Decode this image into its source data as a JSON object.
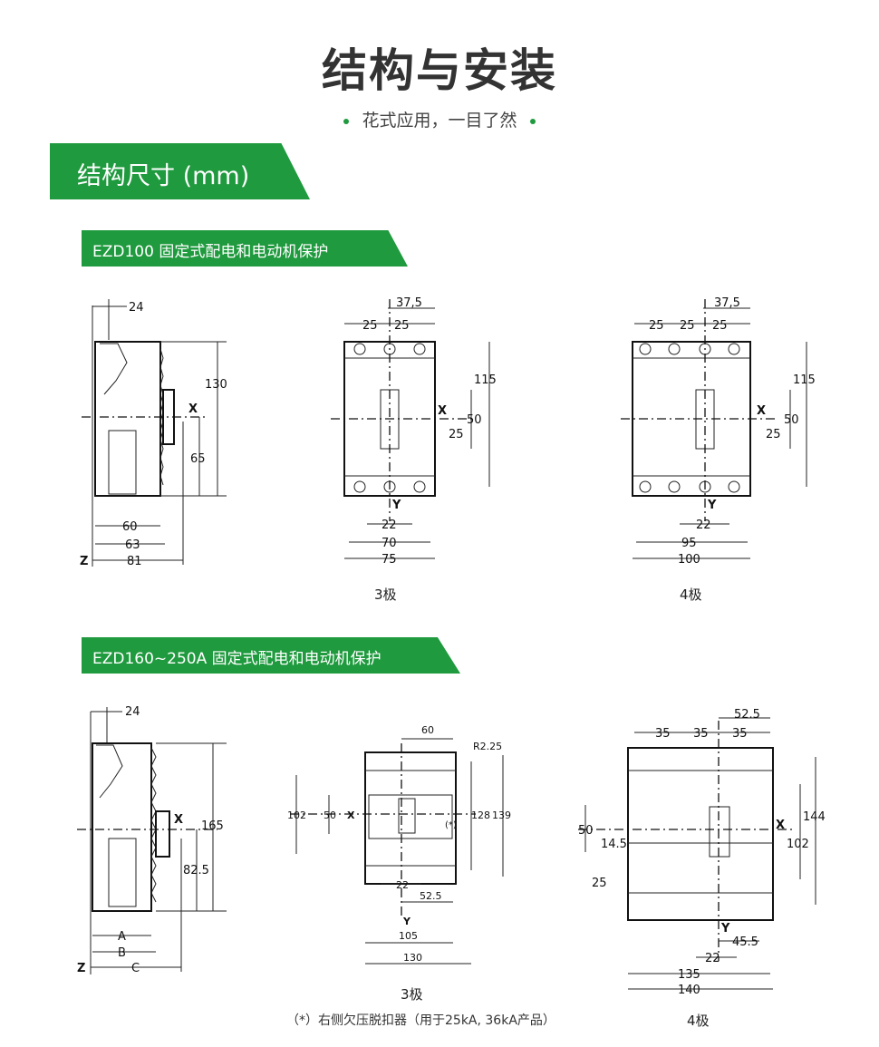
{
  "header": {
    "title": "结构与安装",
    "subtitle": "花式应用，一目了然"
  },
  "section": {
    "title": "结构尺寸 (mm)"
  },
  "ezd100": {
    "banner": "EZD100 固定式配电和电动机保护",
    "side": {
      "d24": "24",
      "d130": "130",
      "d65": "65",
      "d60": "60",
      "d63": "63",
      "d81": "81",
      "x": "X",
      "z": "Z"
    },
    "p3": {
      "label": "3极",
      "d375": "37,5",
      "d25a": "25",
      "d25b": "25",
      "d115": "115",
      "d50": "50",
      "d25c": "25",
      "d22": "22",
      "d70": "70",
      "d75": "75",
      "x": "X",
      "y": "Y"
    },
    "p4": {
      "label": "4极",
      "d375": "37,5",
      "d25a": "25",
      "d25b": "25",
      "d25c": "25",
      "d115": "115",
      "d50": "50",
      "d25d": "25",
      "d22": "22",
      "d95": "95",
      "d100": "100",
      "x": "X",
      "y": "Y"
    }
  },
  "ezd160": {
    "banner": "EZD160~250A 固定式配电和电动机保护",
    "side": {
      "d24": "24",
      "d165": "165",
      "d825": "82.5",
      "a": "A",
      "b": "B",
      "c": "C",
      "x": "X",
      "z": "Z"
    },
    "p3": {
      "label": "3极",
      "d60": "60",
      "r225": "R2.25",
      "d102": "102",
      "d50": "50",
      "d128": "128",
      "d139": "139",
      "mark": "(*)",
      "d22": "22",
      "d525": "52.5",
      "d105": "105",
      "d130": "130",
      "x": "X",
      "y": "Y"
    },
    "p4": {
      "label": "4极",
      "d525": "52.5",
      "d35a": "35",
      "d35b": "35",
      "d35c": "35",
      "d144": "144",
      "d102": "102",
      "d50": "50",
      "d145": "14.5",
      "d25": "25",
      "d455": "45.5",
      "d22": "22",
      "d135": "135",
      "d140": "140",
      "x": "X",
      "y": "Y"
    },
    "note": "（*）右侧欠压脱扣器（用于25kA, 36kA产品）"
  }
}
